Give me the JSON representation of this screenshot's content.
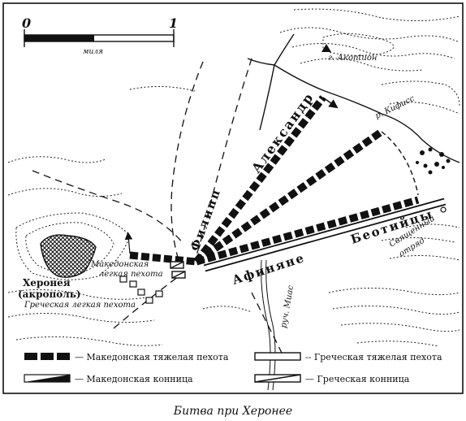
{
  "scale": {
    "start_label": "0",
    "end_label": "1",
    "unit_label": "миля"
  },
  "map_labels": {
    "akontion": "г. Акontион",
    "kephisos": "р. Кифисс",
    "alexander": "Александр",
    "philip": "Филипп",
    "boeotians": "Беотийцы",
    "athenians": "Афиняне",
    "sacred_band_1": "Священный",
    "sacred_band_2": "отряд",
    "macedonian_light_1": "Македонская",
    "macedonian_light_2": "легкая пехота",
    "chaeronea_1": "Херонея",
    "chaeronea_2": "(акрополь)",
    "greek_light": "Греческая легкая пехота",
    "stream": "руч. Миас"
  },
  "legend": {
    "macedonian_heavy_infantry": "— Македонская тяжелая пехота",
    "macedonian_cavalry": "— Македонская конница",
    "greek_heavy_infantry": "-- Греческая тяжелая пехота",
    "greek_cavalry": "— Греческая конница"
  },
  "caption": "Битва при Херонее",
  "colors": {
    "ink": "#111111",
    "paper": "#ffffff",
    "hatch": "#222222"
  }
}
